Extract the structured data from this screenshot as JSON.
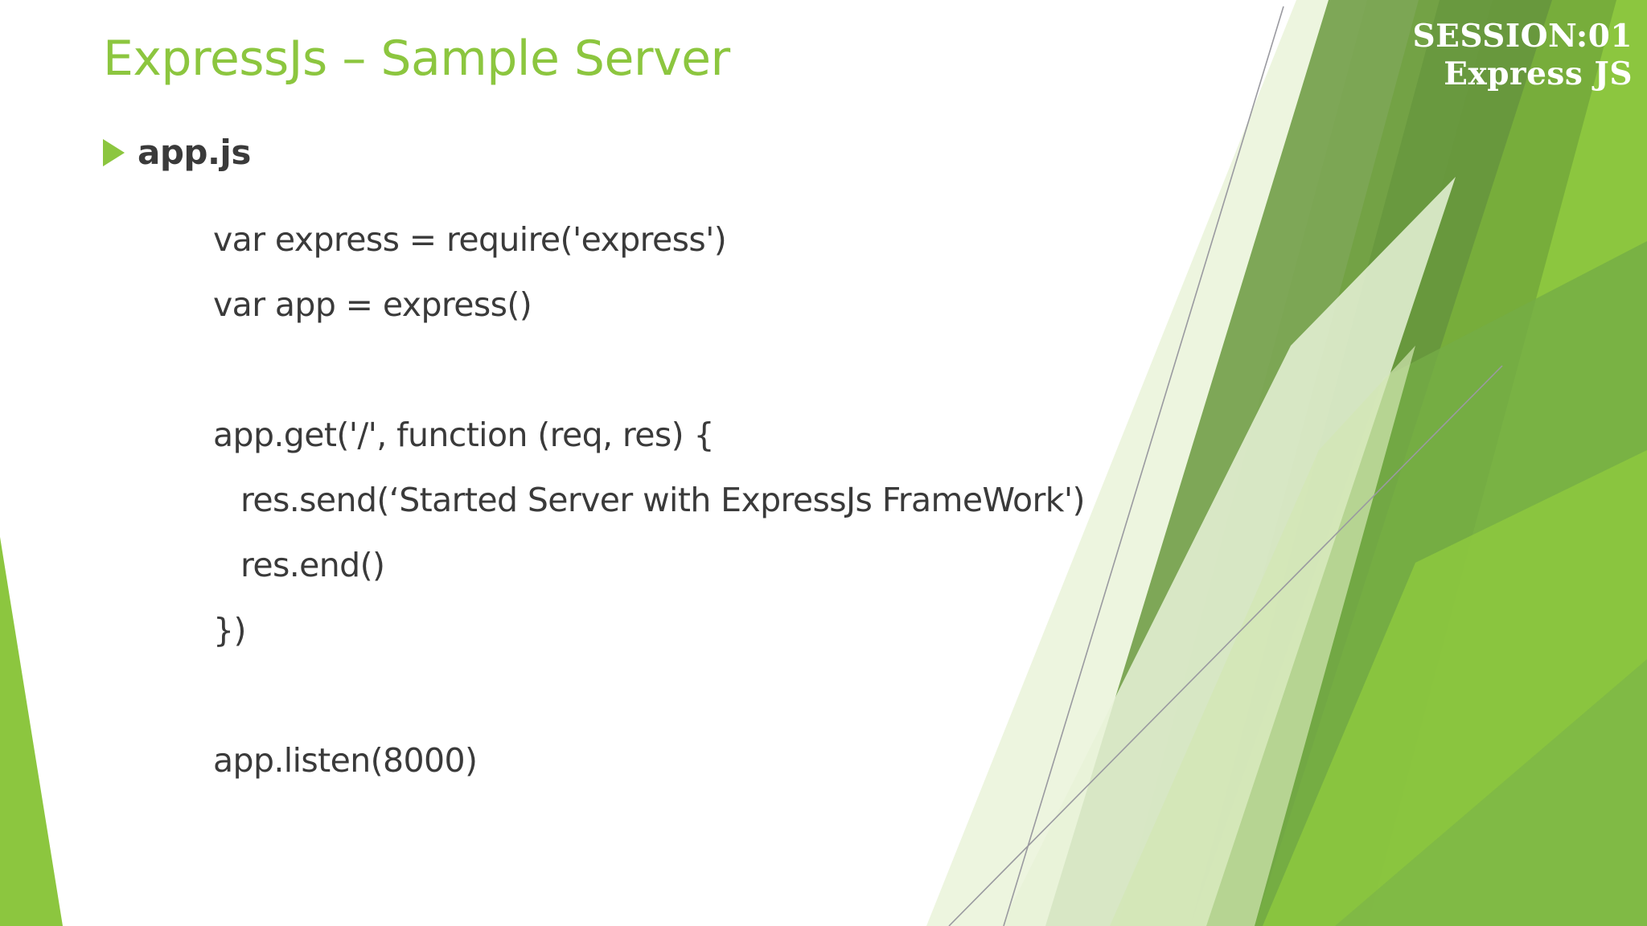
{
  "slide": {
    "title": "ExpressJs – Sample Server",
    "title_color": "#8CC63F",
    "background_color": "#FFFFFF",
    "body_text_color": "#3A3A3A"
  },
  "corner_header": {
    "line1": "SESSION:01",
    "line2": "Express JS",
    "text_color": "#FFFFFF"
  },
  "bullet": {
    "marker": "triangle-right",
    "marker_color": "#8CC63F",
    "label": "app.js"
  },
  "code": {
    "lines": [
      {
        "text": "var express = require('express')",
        "indent": false
      },
      {
        "text": "var app = express()",
        "indent": false
      },
      {
        "text": "",
        "indent": false
      },
      {
        "text": "app.get('/', function (req, res) {",
        "indent": false
      },
      {
        "text": "res.send(‘Started Server with ExpressJs FrameWork')",
        "indent": true
      },
      {
        "text": "res.end()",
        "indent": true
      },
      {
        "text": "})",
        "indent": false
      },
      {
        "text": "",
        "indent": false
      },
      {
        "text": "app.listen(8000)",
        "indent": false
      }
    ]
  },
  "decoration": {
    "palette": {
      "bright_green": "#8CC63F",
      "medium_green": "#76A843",
      "olive_green": "#6E9C44",
      "dark_green": "#6B9A3F",
      "pale_green": "#D7E9B8",
      "very_pale_green": "#EDF5DF",
      "line_gray": "#9A9AA0"
    }
  }
}
